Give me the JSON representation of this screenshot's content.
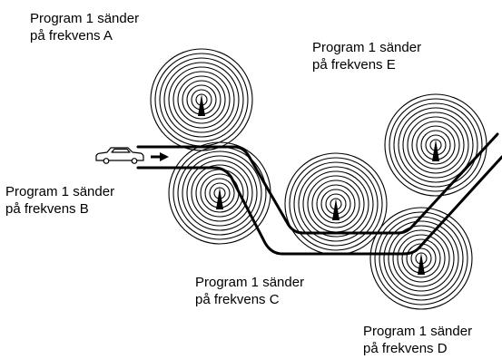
{
  "labels": {
    "a": [
      "Program 1 sänder",
      "på frekvens A"
    ],
    "b": [
      "Program 1 sänder",
      "på frekvens B"
    ],
    "c": [
      "Program 1 sänder",
      "på frekvens C"
    ],
    "d": [
      "Program 1 sänder",
      "på frekvens D"
    ],
    "e": [
      "Program 1 sänder",
      "på frekvens E"
    ]
  },
  "colors": {
    "ink": "#000000",
    "background": "#ffffff"
  },
  "icons": {
    "car": "car-icon",
    "arrow": "direction-arrow-icon",
    "transmitter": "transmitter-icon",
    "radio_waves": "radio-waves-icon"
  }
}
